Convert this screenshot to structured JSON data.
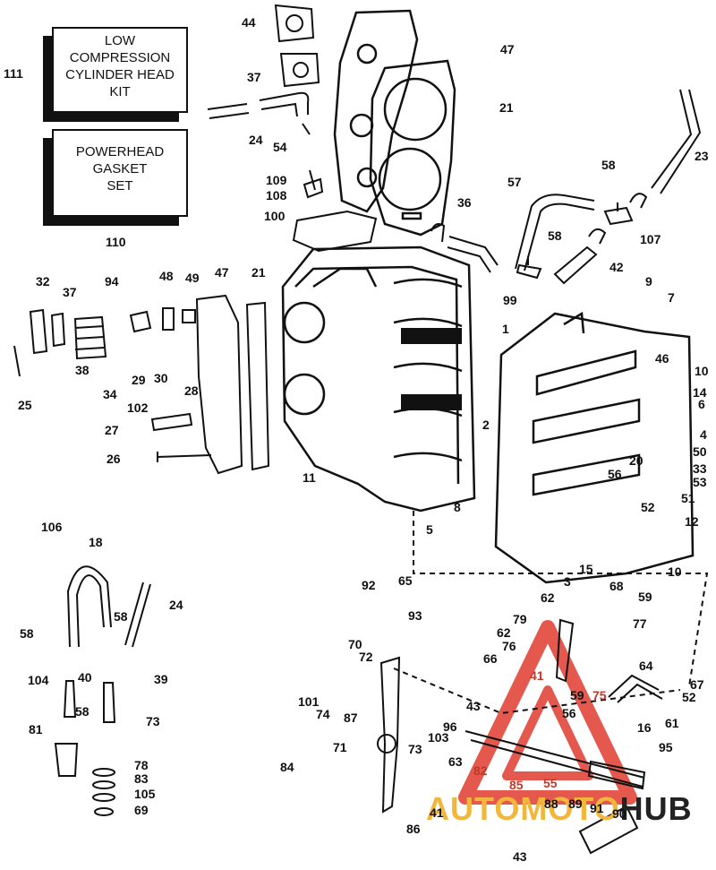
{
  "kits": {
    "low_compression": {
      "line1": "LOW",
      "line2": "COMPRESSION",
      "line3": "CYLINDER HEAD",
      "line4": "KIT",
      "number": "111"
    },
    "gasket_set": {
      "line1": "POWERHEAD",
      "line2": "GASKET",
      "line3": "SET",
      "number": "110"
    }
  },
  "callouts": [
    "44",
    "47",
    "37",
    "21",
    "24",
    "54",
    "23",
    "58",
    "109",
    "108",
    "36",
    "57",
    "107",
    "100",
    "58",
    "42",
    "32",
    "37",
    "94",
    "48",
    "49",
    "47",
    "21",
    "99",
    "9",
    "7",
    "1",
    "10",
    "38",
    "46",
    "14",
    "34",
    "29",
    "30",
    "28",
    "6",
    "25",
    "102",
    "2",
    "4",
    "27",
    "50",
    "20",
    "33",
    "53",
    "26",
    "11",
    "56",
    "51",
    "5",
    "8",
    "52",
    "12",
    "15",
    "10",
    "3",
    "106",
    "18",
    "92",
    "65",
    "62",
    "68",
    "59",
    "24",
    "93",
    "79",
    "77",
    "58",
    "70",
    "62",
    "72",
    "76",
    "66",
    "64",
    "39",
    "104",
    "40",
    "41",
    "59",
    "75",
    "58",
    "58",
    "73",
    "101",
    "74",
    "87",
    "43",
    "56",
    "52",
    "67",
    "16",
    "61",
    "73",
    "103",
    "81",
    "95",
    "78",
    "71",
    "96",
    "83",
    "63",
    "84",
    "82",
    "85",
    "55",
    "105",
    "69",
    "41",
    "86",
    "88",
    "89",
    "91",
    "90",
    "43"
  ],
  "watermark": {
    "part1": "AUTOMOTO",
    "part2": "HUB"
  },
  "colors": {
    "line": "#111111",
    "watermark_triangle": "#e03b2f",
    "watermark_gold": "#f2b63a"
  }
}
